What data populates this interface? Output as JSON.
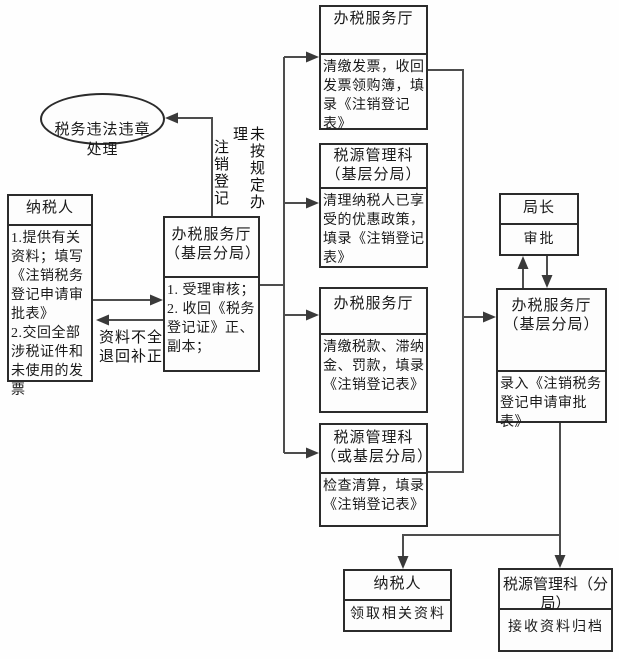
{
  "ellipse": {
    "label": "税务违法违章\n处理"
  },
  "vertical_note": {
    "right_column": "未按规定办理",
    "left_column": "注销登记"
  },
  "notes": {
    "return_incomplete": "资料不全\n退回补正"
  },
  "boxes": {
    "taxpayer": {
      "title": "纳税人",
      "body": "1.提供有关资料；填写《注销税务登记申请审批表》\n2.交回全部涉税证件和未使用的发票"
    },
    "hall_center": {
      "title": "办税服务厅\n（基层分局）",
      "body": "1. 受理审核；\n2. 收回《税务登记证》正、副本；"
    },
    "hall_top": {
      "title": "办税服务厅",
      "body": "清缴发票，收回发票领购簿，填录《注销登记表》"
    },
    "source_mgmt_upper": {
      "title": "税源管理科\n（基层分局）",
      "body": "清理纳税人已享受的优惠政策，填录《注销登记表》"
    },
    "hall_mid": {
      "title": "办税服务厅",
      "body": "清缴税款、滞纳金、罚款，填录《注销登记表》"
    },
    "source_mgmt_lower": {
      "title": "税源管理科\n（或基层分局）",
      "body": "检查清算，填录《注销登记表》"
    },
    "director": {
      "title": "局长",
      "body": "审批"
    },
    "hall_right": {
      "title": "办税服务厅\n（基层分局）",
      "body": "录入《注销税务登记申请审批表》"
    },
    "taxpayer_bottom": {
      "title": "纳税人",
      "body": "领取相关资料"
    },
    "archive_bottom": {
      "title": "税源管理科（分局）",
      "body": "接收资料归档"
    }
  }
}
